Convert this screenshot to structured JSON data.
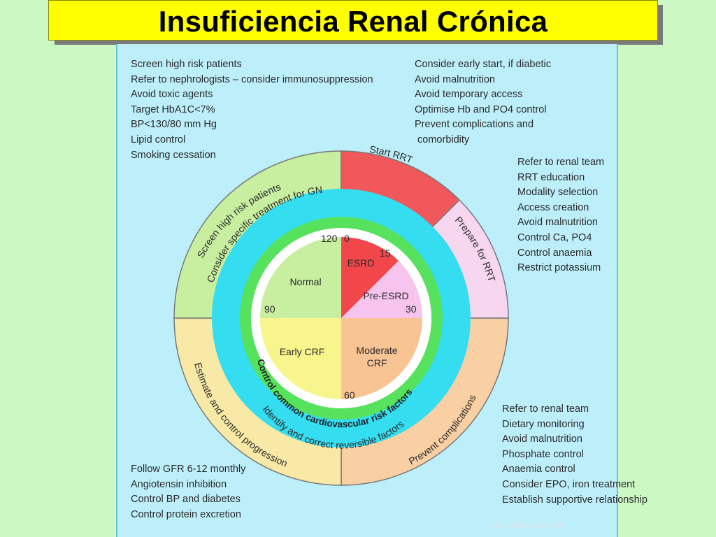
{
  "title": "Insuficiencia Renal Crónica",
  "citation": "BMJ 2002;325:85-90",
  "text_blocks": {
    "top_left": [
      "Screen high risk patients",
      "Refer to nephrologists – consider immunosuppression",
      "Avoid toxic agents",
      "Target HbA1C<7%",
      "BP<130/80 mm Hg",
      "Lipid control",
      "Smoking cessation"
    ],
    "top_right": [
      "Consider early start, if diabetic",
      "Avoid malnutrition",
      "Avoid temporary access",
      "Optimise Hb and PO4 control",
      "Prevent complications and",
      " comorbidity"
    ],
    "right_middle": [
      "Refer to renal team",
      "RRT education",
      "Modality selection",
      "Access creation",
      "Avoid malnutrition",
      "Control Ca, PO4",
      "Control anaemia",
      "Restrict potassium"
    ],
    "bottom_right": [
      "Refer to renal team",
      "Dietary monitoring",
      "Avoid malnutrition",
      "Phosphate control",
      "Anaemia control",
      "Consider EPO, iron treatment",
      "Establish supportive relationship"
    ],
    "bottom_left": [
      "Follow GFR 6-12 monthly",
      "Angiotensin inhibition",
      "Control BP and diabetes",
      "Control protein excretion"
    ]
  },
  "outer_ring": {
    "screen_line1": "Screen high risk patients",
    "screen_line2": "Consider specific treatment for GN",
    "start_rrt": "Start RRT",
    "prepare_rrt": "Prepare for RRT",
    "prevent": "Prevent complications",
    "estimate": "Estimate and control progression"
  },
  "rings": {
    "cyan": "Identify and correct reversible factors",
    "green": "Control common cardiovascular risk factors"
  },
  "stages": {
    "normal": "Normal",
    "esrd": "ESRD",
    "pre_esrd": "Pre-ESRD",
    "early_crf": "Early CRF",
    "moderate_crf_1": "Moderate",
    "moderate_crf_2": "CRF"
  },
  "gfr_values": {
    "v0": "0",
    "v15": "15",
    "v30": "30",
    "v60": "60",
    "v90": "90",
    "v120": "120"
  },
  "colors": {
    "background": "#ccf8c4",
    "title_bg": "#ffff00",
    "panel": "#bdeffb",
    "normal": "#c8eea0",
    "esrd": "#f1585b",
    "pre_esrd": "#f7c4ee",
    "early_crf": "#f7f58b",
    "moderate_crf": "#f9c494",
    "cyan_ring": "#35ddf1",
    "green_ring": "#56e25d"
  }
}
